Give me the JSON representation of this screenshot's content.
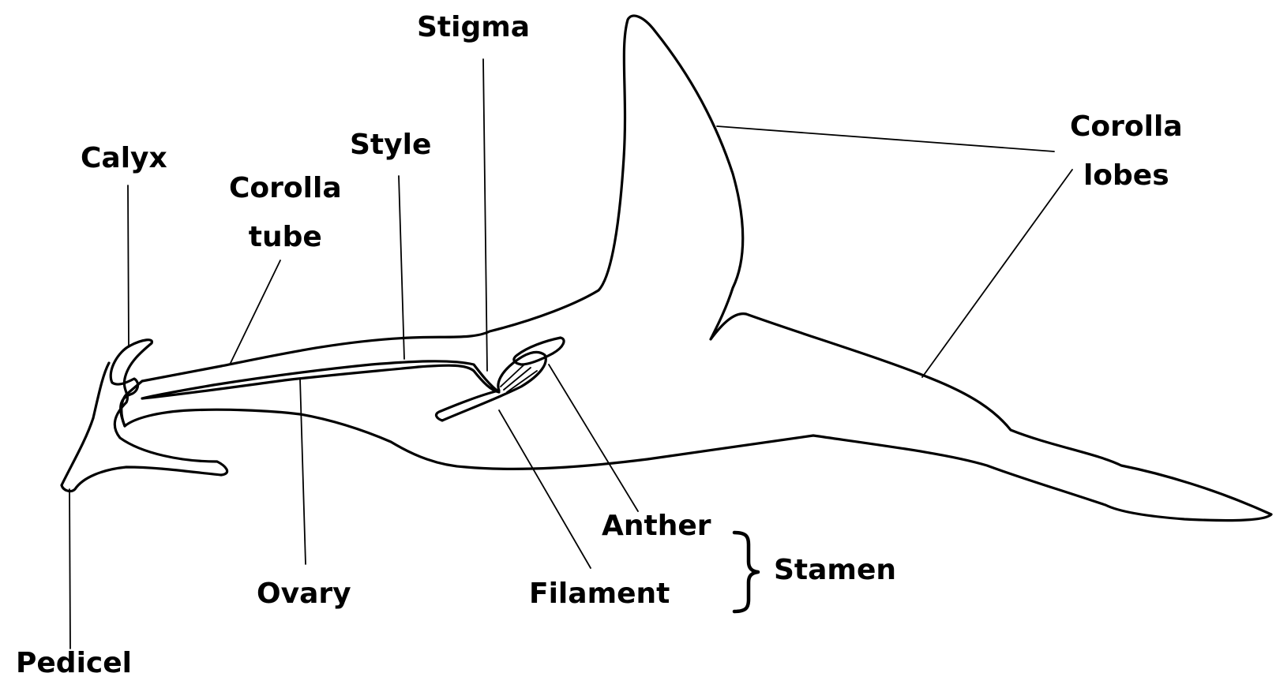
{
  "labels": {
    "stigma": "Stigma",
    "style": "Style",
    "calyx": "Calyx",
    "corolla_tube": [
      "Corolla",
      "tube"
    ],
    "corolla_lobes": [
      "Corolla",
      "lobes"
    ],
    "ovary": "Ovary",
    "anther": "Anther",
    "filament": "Filament",
    "stamen": "Stamen",
    "pedicel": "Pedicel"
  }
}
